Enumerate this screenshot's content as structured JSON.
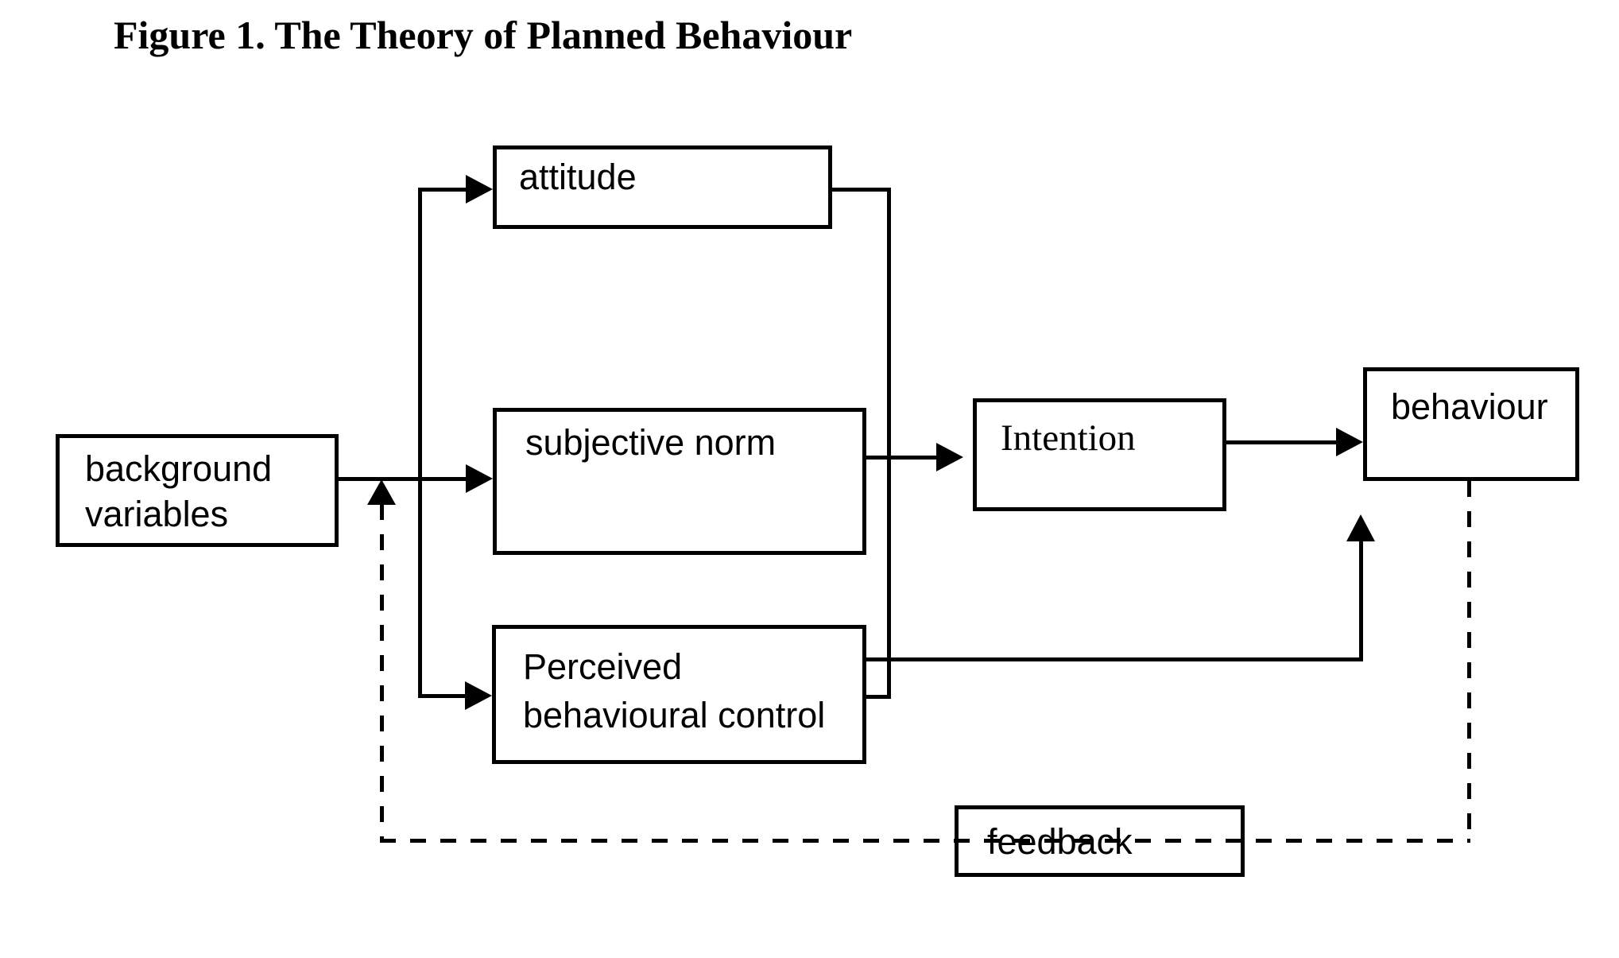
{
  "title": "Figure 1. The Theory of Planned Behaviour",
  "colors": {
    "background": "#ffffff",
    "line": "#000000",
    "text": "#000000"
  },
  "nodes": {
    "attitude": {
      "label": "attitude"
    },
    "background_variables": {
      "label": "background variables"
    },
    "subjective_norm": {
      "label": "subjective norm"
    },
    "perceived_behavioural_control": {
      "label": "Perceived behavioural control"
    },
    "intention": {
      "label": "Intention"
    },
    "behaviour": {
      "label": "behaviour"
    },
    "feedback": {
      "label": "feedback"
    }
  },
  "edges": [
    {
      "from": "background_variables",
      "to": "attitude",
      "style": "solid",
      "arrowhead": "right"
    },
    {
      "from": "background_variables",
      "to": "subjective_norm",
      "style": "solid",
      "arrowhead": "right"
    },
    {
      "from": "background_variables",
      "to": "perceived_behavioural_control",
      "style": "solid",
      "arrowhead": "right"
    },
    {
      "from": "attitude",
      "to": "perceived_behavioural_control",
      "style": "solid",
      "arrowhead": "none"
    },
    {
      "from": "subjective_norm",
      "to": "intention",
      "style": "solid",
      "arrowhead": "right"
    },
    {
      "from": "intention",
      "to": "behaviour",
      "style": "solid",
      "arrowhead": "right"
    },
    {
      "from": "perceived_behavioural_control",
      "to": "behaviour",
      "style": "solid",
      "arrowhead": "up"
    },
    {
      "from": "behaviour",
      "to": "background_variables",
      "style": "dashed",
      "arrowhead": "up",
      "via": "feedback"
    }
  ]
}
